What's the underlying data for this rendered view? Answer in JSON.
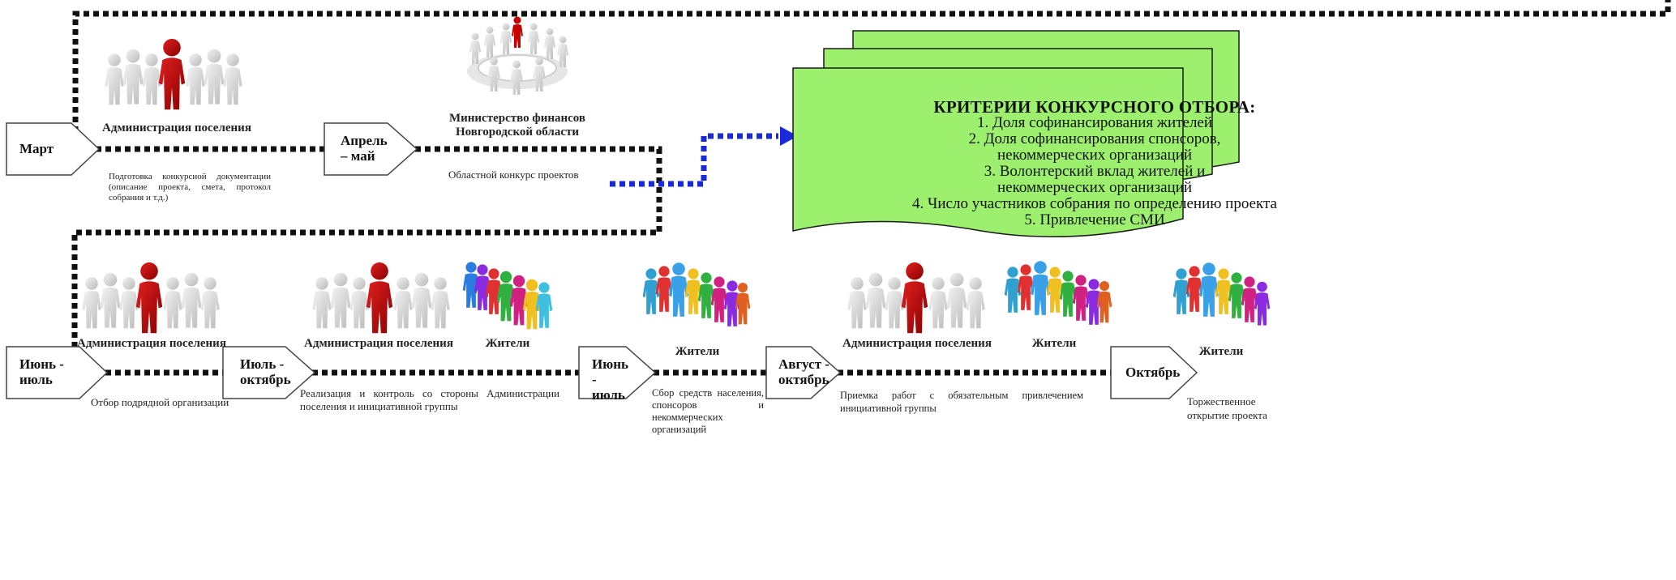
{
  "criteria": {
    "title": "КРИТЕРИИ КОНКУРСНОГО ОТБОРА:",
    "items": [
      "1.  Доля софинансирования жителей",
      "2.  Доля софинансирования спонсоров, некоммерческих организаций",
      "3.  Волонтерский вклад жителей и некоммерческих организаций",
      "4.  Число участников собрания по определению проекта",
      "5.  Привлечение СМИ"
    ]
  },
  "stages": {
    "march": "Март",
    "april_may": "Апрель – май",
    "june_july_1": "Июнь - июль",
    "july_october": "Июль - октябрь",
    "june_july_2": "Июнь - июль",
    "august_october": "Август - октябрь",
    "october": "Октябрь"
  },
  "labels": {
    "admin_1": "Администрация поселения",
    "ministry": "Министерство финансов Новгородской области",
    "admin_2": "Администрация поселения",
    "admin_3": "Администрация поселения",
    "residents_1": "Жители",
    "residents_2": "Жители",
    "admin_4": "Администрация поселения",
    "residents_3": "Жители",
    "residents_4": "Жители"
  },
  "descriptions": {
    "prep": "Подготовка конкурсной документации (описание проекта, смета, протокол собрания и т.д.)",
    "contest": "Областной конкурс проектов",
    "contractor": "Отбор подрядной организации",
    "control": "Реализация и контроль со стороны Администрации поселения и инициативной группы",
    "fundraising": "Сбор средств населения, спонсоров и некоммерческих организаций",
    "acceptance": "Приемка работ с обязательным привлечением инициативной группы",
    "opening": "Торжественное открытие проекта"
  },
  "colors": {
    "green": "#9cf06e",
    "blue_arrow": "#1a2ad8",
    "red_figure": "#c80000",
    "grey_figure": "#d4d4d4"
  }
}
